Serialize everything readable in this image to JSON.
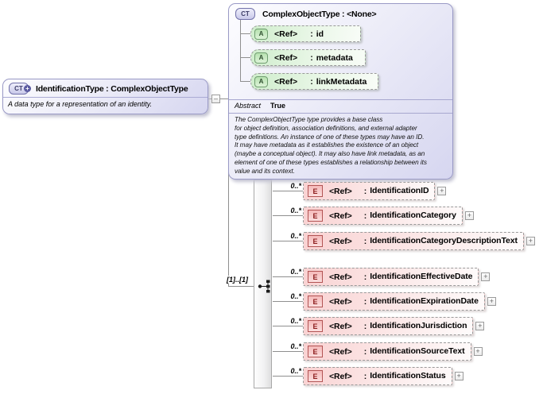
{
  "base_type": {
    "icon": "CT",
    "title": "ComplexObjectType : <None>",
    "attributes": [
      {
        "icon": "A",
        "ref": "<Ref>",
        "name": "id"
      },
      {
        "icon": "A",
        "ref": "<Ref>",
        "name": "metadata"
      },
      {
        "icon": "A",
        "ref": "<Ref>",
        "name": "linkMetadata"
      }
    ],
    "abstract_label": "Abstract",
    "abstract_value": "True",
    "documentation": "The ComplexObjectType type provides a base class\nfor object definition, association definitions, and external adapter\ntype definitions. An instance of one of these types may have an ID.\nIt may have metadata as it establishes the existence of an object\n(maybe a conceptual object). It may also have link metadata, as an\nelement of one of these types establishes a relationship between its\nvalue and its context."
  },
  "main_type": {
    "icon": "CT",
    "icon_plus": "+",
    "title": "IdentificationType : ComplexObjectType",
    "description": "A data type for a representation of an identity."
  },
  "connector": {
    "cardinality": "[1]..[1]",
    "collapse_glyph": "–",
    "expand_glyph": "+"
  },
  "labels": {
    "colon": ":"
  },
  "elements": [
    {
      "icon": "E",
      "occurs": "0..*",
      "ref": "<Ref>",
      "name": "IdentificationID"
    },
    {
      "icon": "E",
      "occurs": "0..*",
      "ref": "<Ref>",
      "name": "IdentificationCategory"
    },
    {
      "icon": "E",
      "occurs": "0..*",
      "ref": "<Ref>",
      "name": "IdentificationCategoryDescriptionText"
    },
    {
      "icon": "E",
      "occurs": "0..*",
      "ref": "<Ref>",
      "name": "IdentificationEffectiveDate"
    },
    {
      "icon": "E",
      "occurs": "0..*",
      "ref": "<Ref>",
      "name": "IdentificationExpirationDate"
    },
    {
      "icon": "E",
      "occurs": "0..*",
      "ref": "<Ref>",
      "name": "IdentificationJurisdiction"
    },
    {
      "icon": "E",
      "occurs": "0..*",
      "ref": "<Ref>",
      "name": "IdentificationSourceText"
    },
    {
      "icon": "E",
      "occurs": "0..*",
      "ref": "<Ref>",
      "name": "IdentificationStatus"
    }
  ],
  "colors": {
    "type_box_fill": "#d6d6f0",
    "type_box_border": "#9a9ac6",
    "attribute_fill": "#cfedcc",
    "element_fill": "#f9d2d2",
    "element_icon_border": "#b25454",
    "line": "#8f8f8f"
  }
}
